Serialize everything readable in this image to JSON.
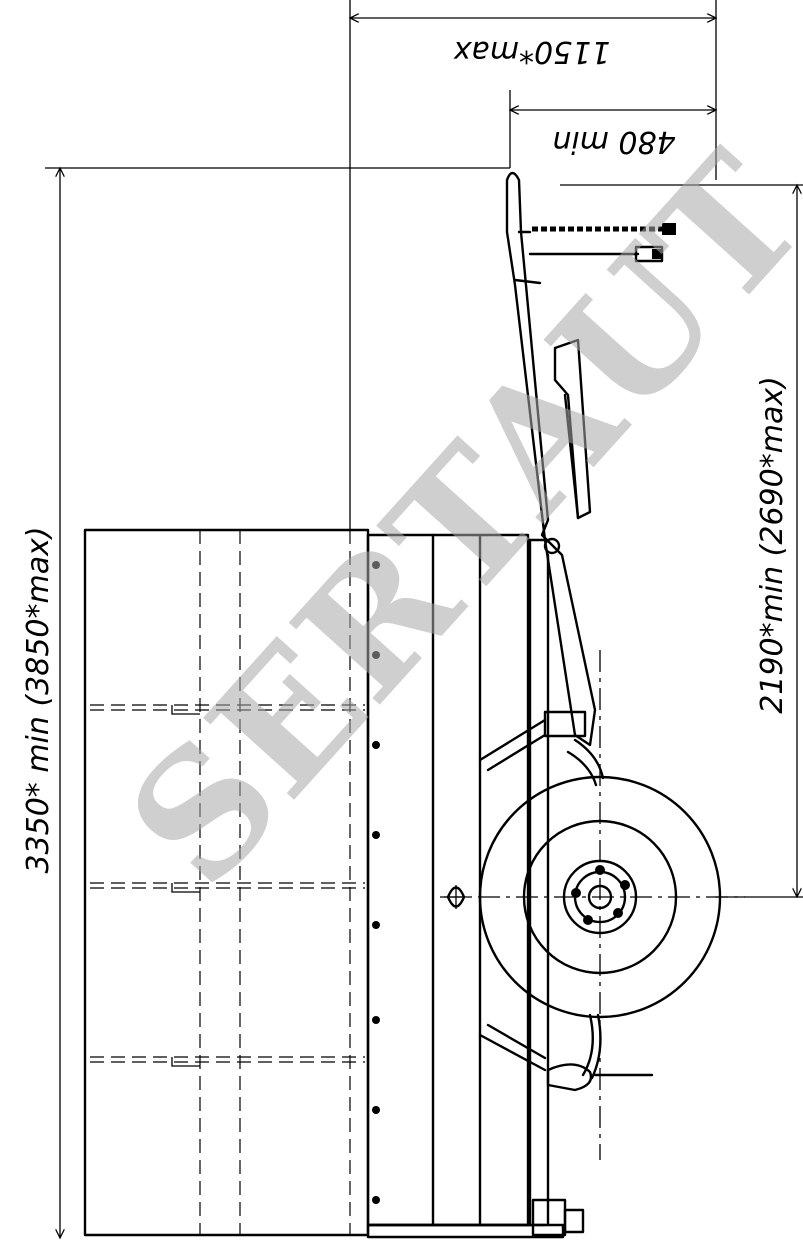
{
  "dimensions": {
    "length": "3350* min (3850*max)",
    "width": "2190*min (2690*max)",
    "drawbar_max": "1150*max",
    "drawbar_min": "480 min"
  },
  "watermark": "SERTAUT"
}
